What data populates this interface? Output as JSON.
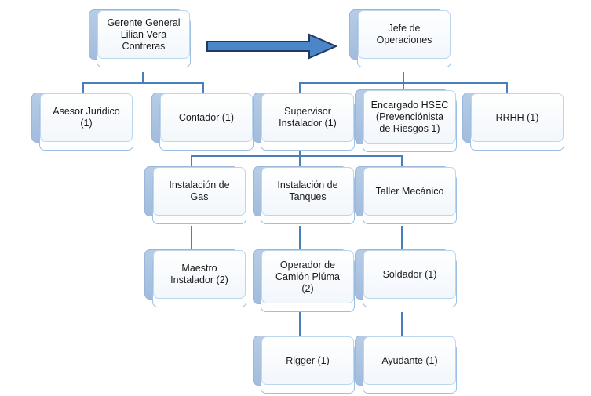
{
  "diagram": {
    "title": "Organigrama",
    "type": "organizational-chart",
    "background_color": "#ffffff",
    "colors": {
      "card_back": "#a3bcdd",
      "card_front": "#ffffff",
      "card_border": "#9dc1e4",
      "connector": "#4a7ebb",
      "arrow_fill": "#4a86c8",
      "arrow_stroke": "#1f3864",
      "text": "#1a1a1a"
    },
    "nodes": {
      "gerente_general": "Gerente General\nLilian Vera\nContreras",
      "jefe_operaciones": "Jefe de\nOperaciones",
      "asesor_juridico": "Asesor Juridico\n(1)",
      "contador": "Contador (1)",
      "supervisor_instalador": "Supervisor\nInstalador (1)",
      "encargado_hsec": "Encargado HSEC\n(Prevenciónista\nde Riesgos 1)",
      "rrhh": "RRHH (1)",
      "instalacion_gas": "Instalación de\nGas",
      "instalacion_tanques": "Instalación de\nTanques",
      "taller_mecanico": "Taller Mecánico",
      "maestro_instalador": "Maestro\nInstalador (2)",
      "operador_camion_pluma": "Operador de\nCamión Plúma\n(2)",
      "soldador": "Soldador (1)",
      "rigger": "Rigger (1)",
      "ayudante": "Ayudante (1)"
    },
    "arrow": {
      "name": "right-block-arrow",
      "direction": "right",
      "from": "Gerente General Lilian Vera Contreras",
      "to": "Jefe de Operaciones"
    },
    "relationships": [
      {
        "parent": "gerente_general",
        "children": [
          "asesor_juridico",
          "contador"
        ]
      },
      {
        "parent": "jefe_operaciones",
        "children": [
          "supervisor_instalador",
          "encargado_hsec",
          "rrhh"
        ]
      },
      {
        "parent": "supervisor_instalador",
        "children": [
          "instalacion_gas",
          "instalacion_tanques",
          "taller_mecanico"
        ]
      },
      {
        "parent": "instalacion_gas",
        "children": [
          "maestro_instalador"
        ]
      },
      {
        "parent": "instalacion_tanques",
        "children": [
          "operador_camion_pluma"
        ]
      },
      {
        "parent": "operador_camion_pluma",
        "children": [
          "rigger"
        ]
      },
      {
        "parent": "taller_mecanico",
        "children": [
          "soldador"
        ]
      },
      {
        "parent": "soldador",
        "children": [
          "ayudante"
        ]
      }
    ]
  }
}
